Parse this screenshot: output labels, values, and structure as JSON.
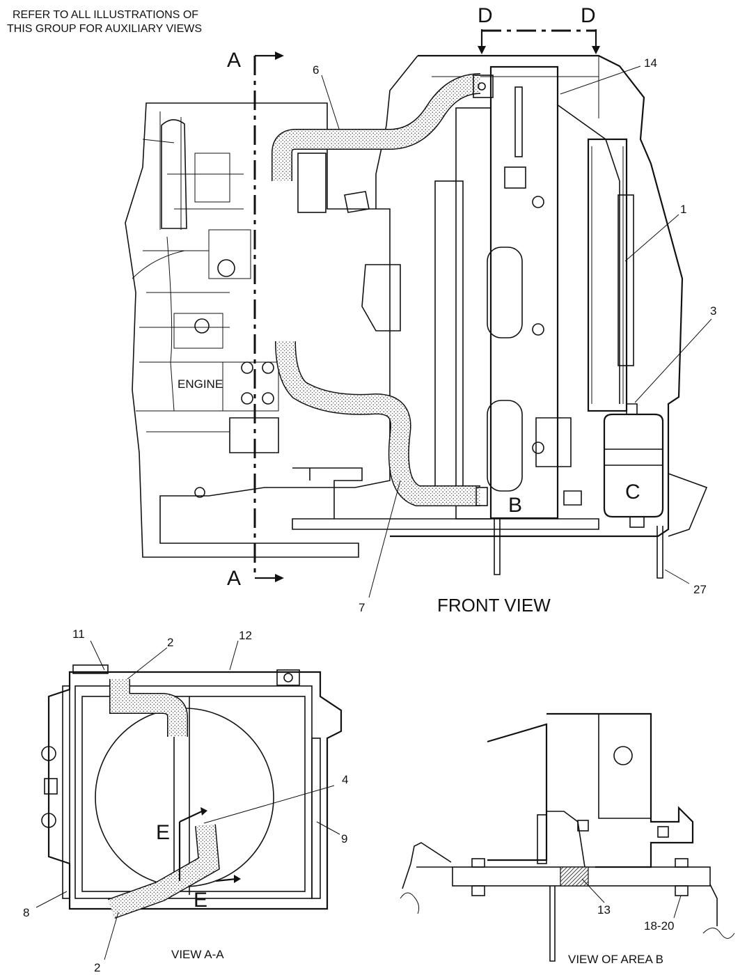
{
  "note": [
    "REFER TO ALL ILLUSTRATIONS OF",
    "THIS GROUP FOR AUXILIARY VIEWS"
  ],
  "section_letters": {
    "a": "A",
    "d": "D",
    "b": "B",
    "c": "C",
    "e": "E"
  },
  "front_view": {
    "title": "FRONT VIEW",
    "engine_label": "ENGINE",
    "callouts": {
      "c6": "6",
      "c14": "14",
      "c1": "1",
      "c3": "3",
      "c27": "27",
      "c7": "7"
    }
  },
  "view_aa": {
    "title": "VIEW A-A",
    "callouts": {
      "c11": "11",
      "c12": "12",
      "c2top": "2",
      "c4": "4",
      "c9": "9",
      "c8": "8",
      "c2bot": "2"
    }
  },
  "view_b": {
    "title": "VIEW OF AREA B",
    "callouts": {
      "c13": "13",
      "c1820": "18-20"
    }
  }
}
